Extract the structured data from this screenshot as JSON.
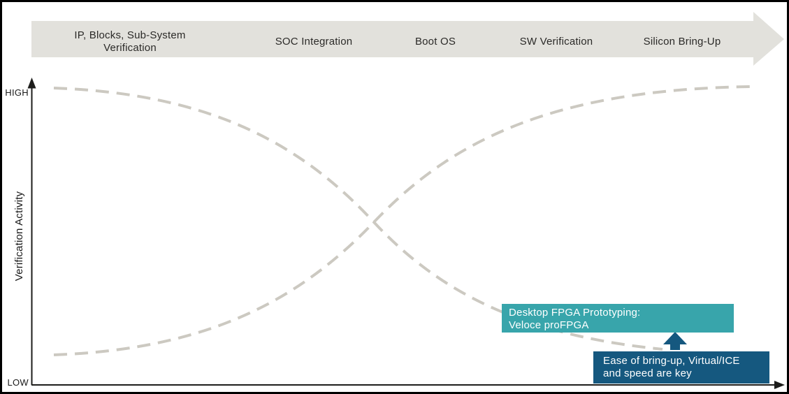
{
  "banner": {
    "phases": [
      {
        "label": "IP, Blocks, Sub-System\nVerification"
      },
      {
        "label": "SOC Integration"
      },
      {
        "label": "Boot OS"
      },
      {
        "label": "SW Verification"
      },
      {
        "label": "Silicon Bring-Up"
      }
    ]
  },
  "axis": {
    "y_title": "Verification Activity",
    "y_high": "HIGH",
    "y_low": "LOW"
  },
  "callouts": {
    "fpga": {
      "line1": "Desktop FPGA Prototyping:",
      "line2": "Veloce proFPGA"
    },
    "bringup": {
      "line1": "Ease of bring-up, Virtual/ICE",
      "line2": "and speed are key"
    }
  },
  "curves": {
    "descending": {
      "style": "dashed",
      "shape": "high-left to low-right S-curve"
    },
    "ascending": {
      "style": "dashed",
      "shape": "low-left to high-right S-curve"
    }
  },
  "colors": {
    "banner-gray": "#E2E1DC",
    "dash-gray": "#CCC9C1",
    "teal": "#38A5AB",
    "dark-blue": "#15587F",
    "axis-black": "#1D1D1B",
    "text-dark": "#2B2A28"
  }
}
